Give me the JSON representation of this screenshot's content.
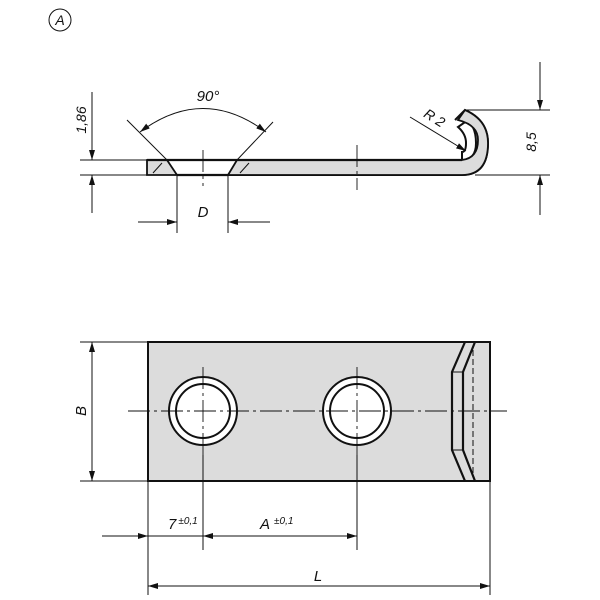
{
  "view_label": "A",
  "side_view": {
    "angle": "90°",
    "thickness": "1,86",
    "hole_diameter": "D",
    "radius": "R 2",
    "height": "8,5"
  },
  "top_view": {
    "width": "B",
    "edge_offset": "7",
    "edge_offset_tol": "±0,1",
    "hole_spacing": "A",
    "hole_spacing_tol": "±0,1",
    "length": "L"
  },
  "colors": {
    "fill": "#dcdcdc",
    "line": "#111111"
  }
}
